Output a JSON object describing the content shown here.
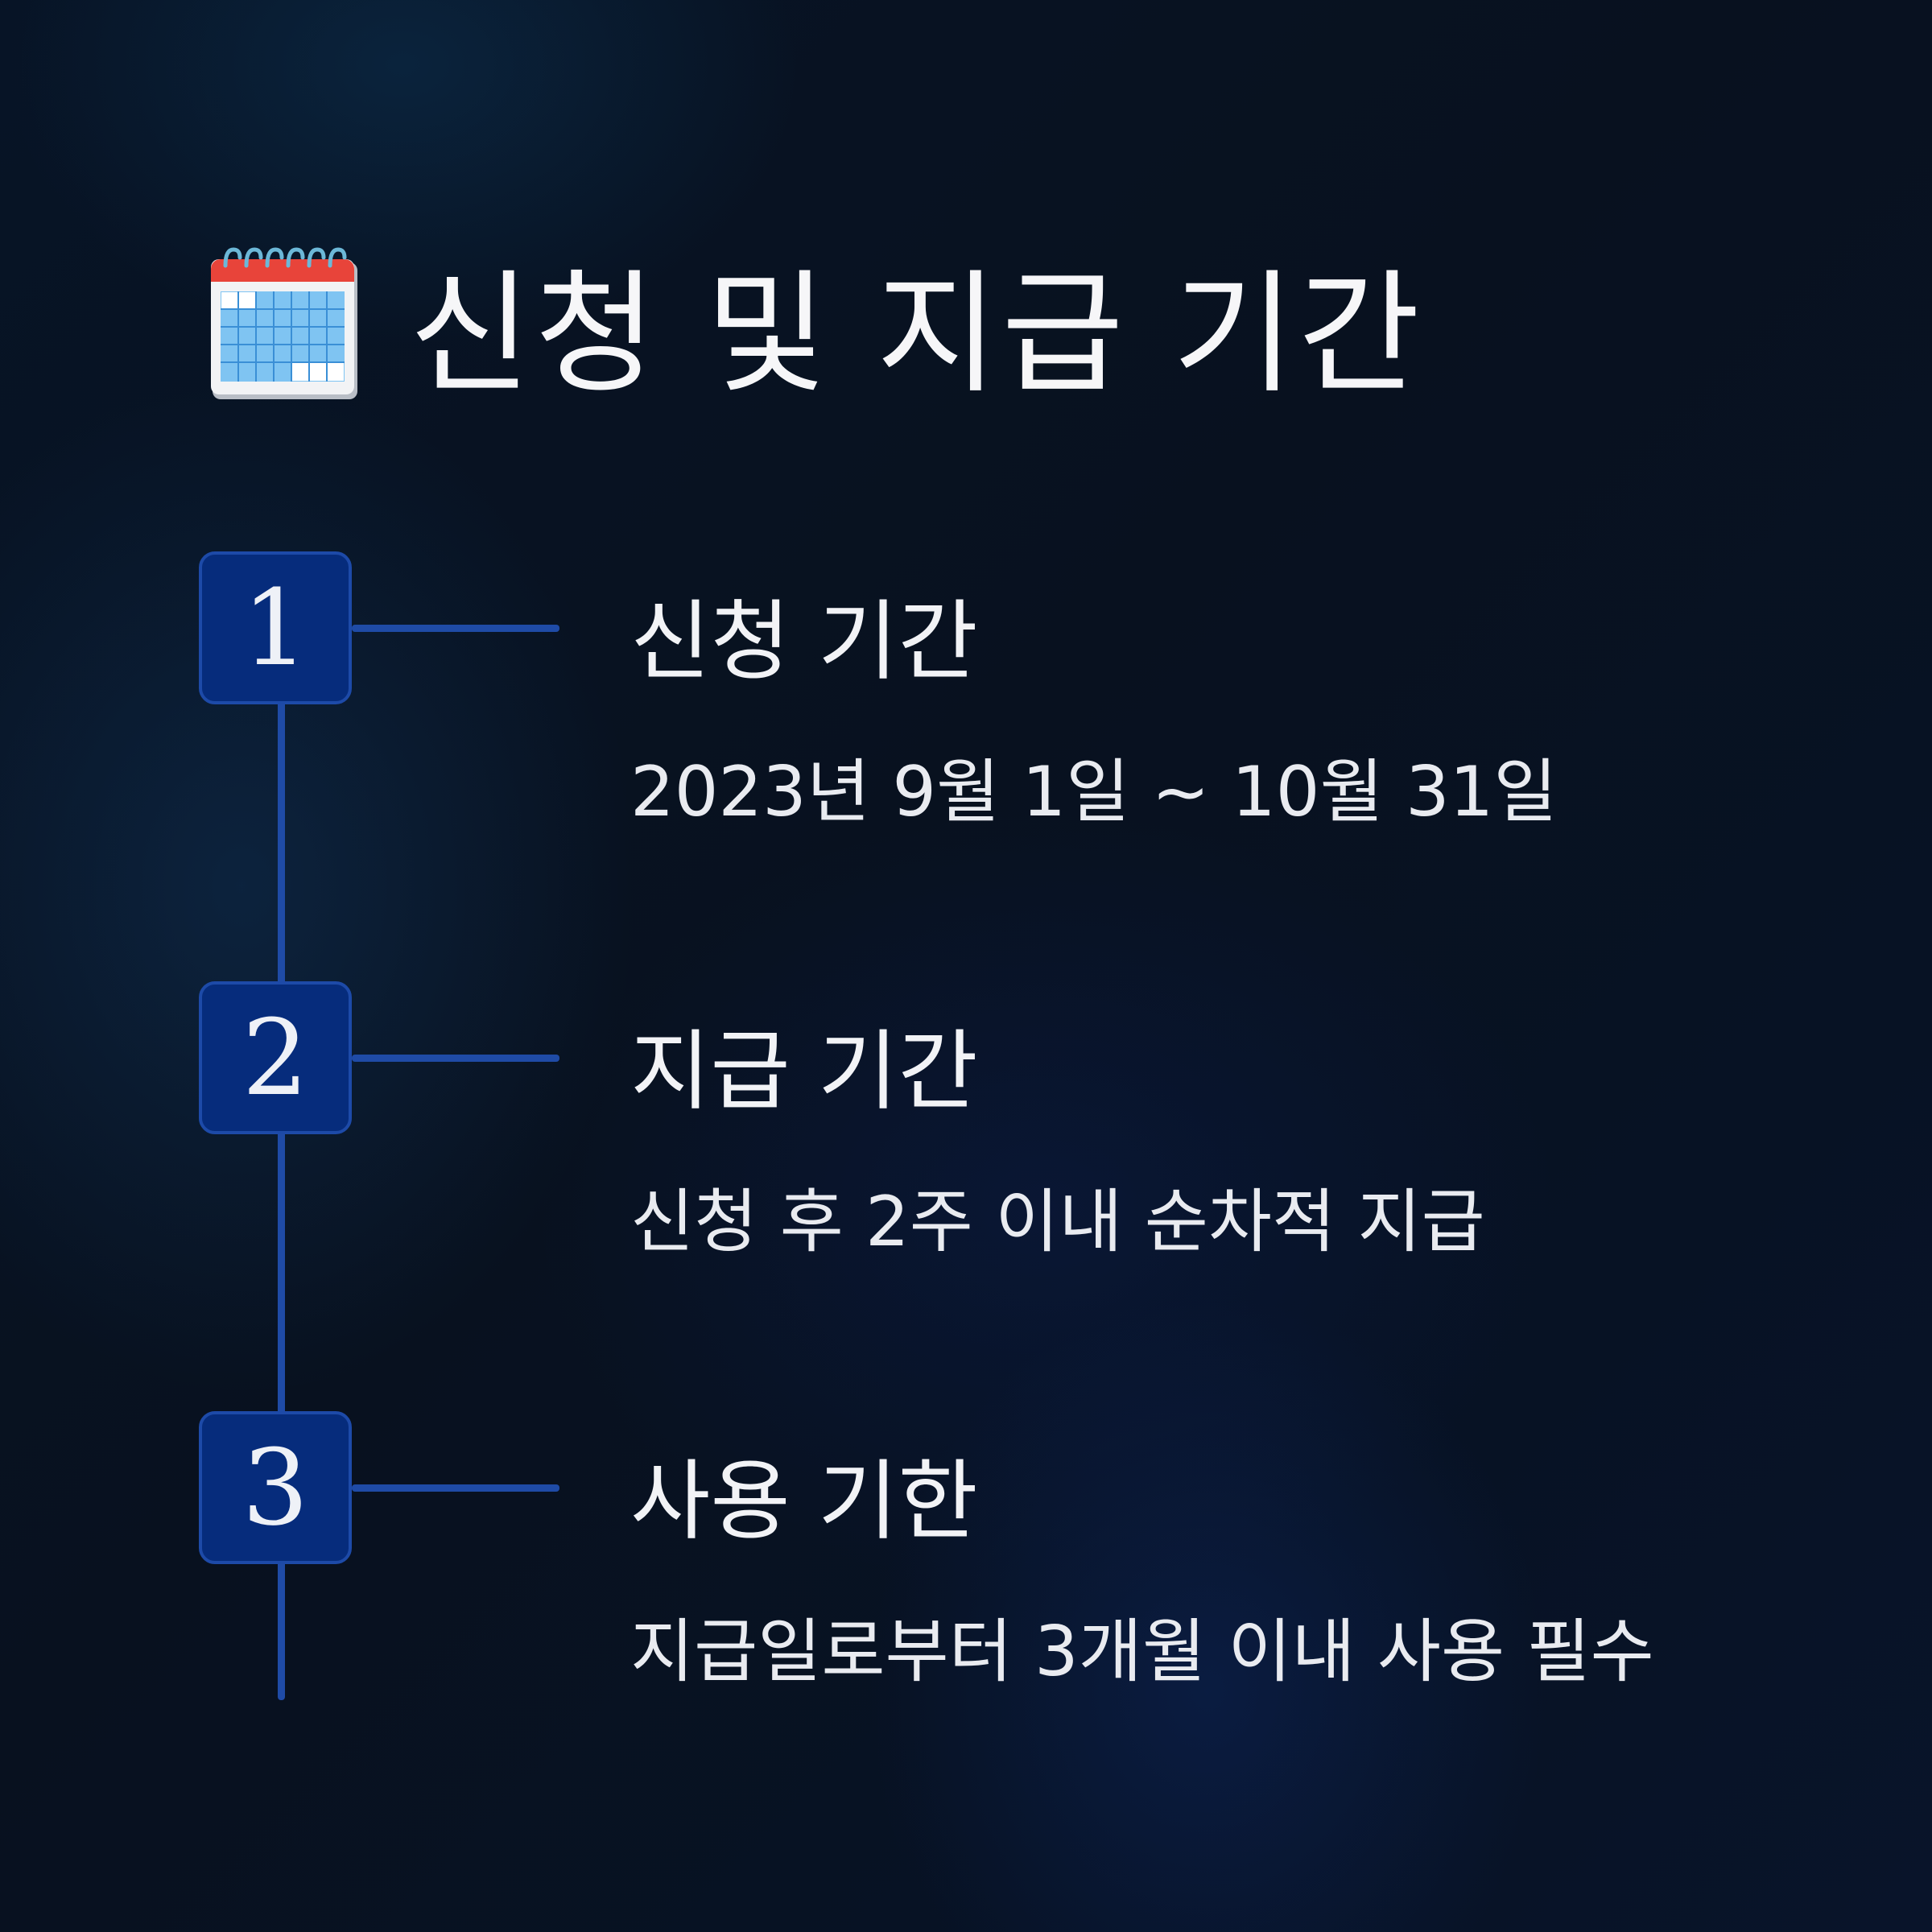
{
  "header": {
    "icon": "calendar-icon",
    "title": "신청 및 지급 기간"
  },
  "colors": {
    "background": "#08111f",
    "badge_fill": "#062c7c",
    "accent_line": "#1f4ba6",
    "text": "#f4f5f8"
  },
  "steps": [
    {
      "number": "1",
      "title": "신청 기간",
      "description": "2023년 9월 1일 ~ 10월 31일"
    },
    {
      "number": "2",
      "title": "지급 기간",
      "description": "신청 후 2주 이내 순차적 지급"
    },
    {
      "number": "3",
      "title": "사용 기한",
      "description": "지급일로부터 3개월 이내 사용 필수"
    }
  ]
}
